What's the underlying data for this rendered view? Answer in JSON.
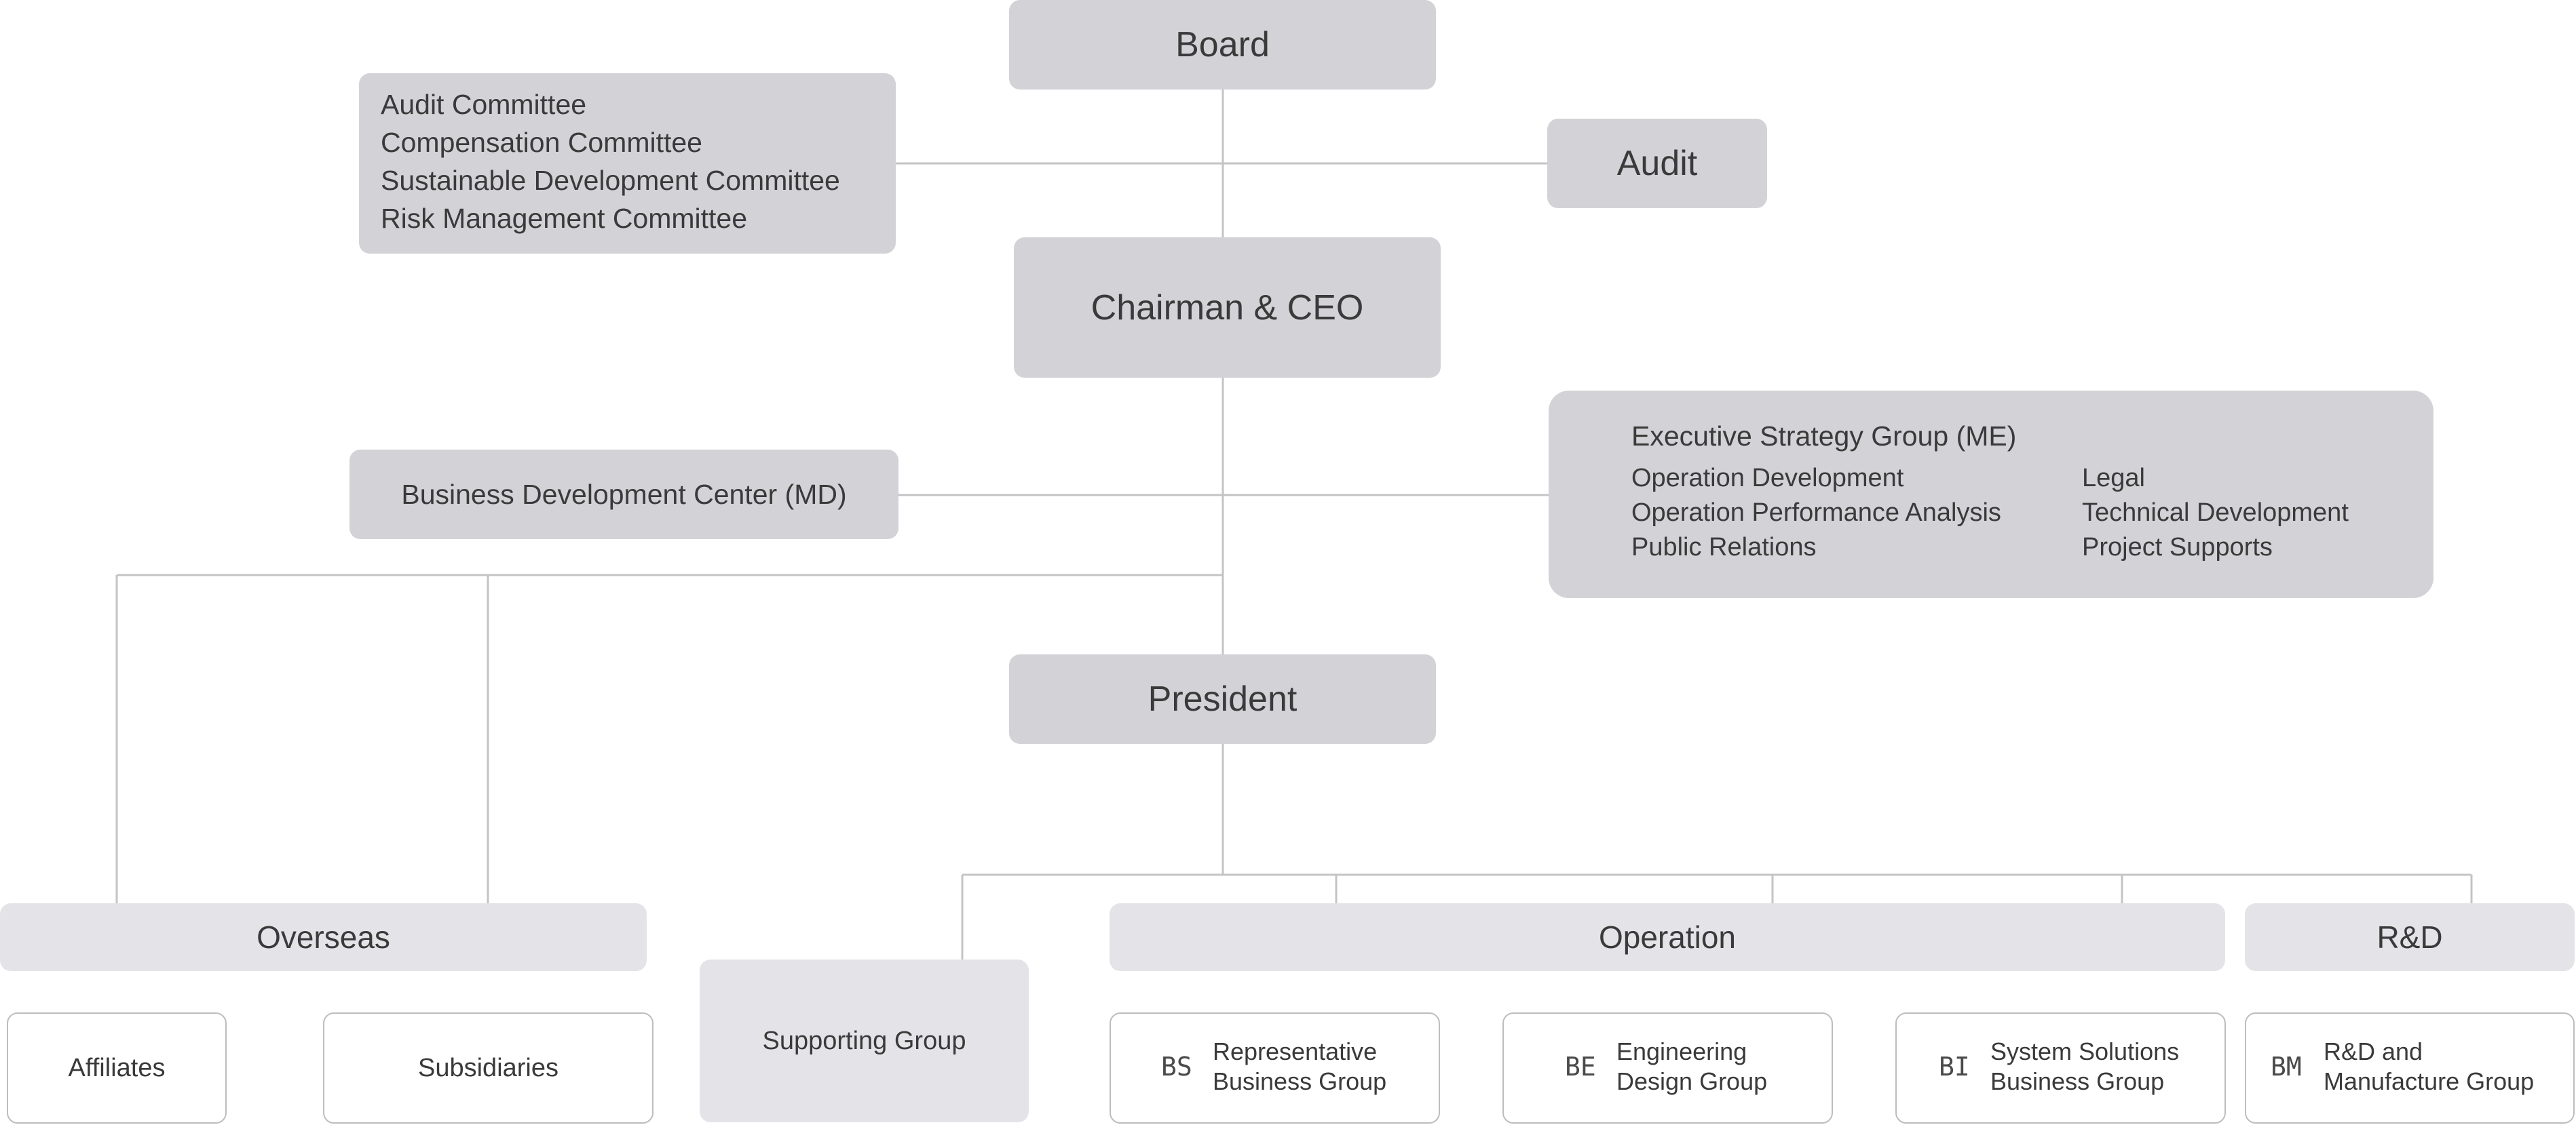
{
  "board": "Board",
  "audit": "Audit",
  "committees": [
    "Audit Committee",
    "Compensation Committee",
    "Sustainable Development Committee",
    "Risk Management Committee"
  ],
  "chairman": "Chairman & CEO",
  "bdc": "Business Development Center (MD)",
  "esg": {
    "title": "Executive Strategy Group (ME)",
    "left": [
      "Operation Development",
      "Operation Performance Analysis",
      "Public Relations"
    ],
    "right": [
      "Legal",
      "Technical Development",
      "Project Supports"
    ]
  },
  "president": "President",
  "overseas": "Overseas",
  "affiliates": "Affiliates",
  "subsidiaries": "Subsidiaries",
  "supporting": "Supporting Group",
  "operation": "Operation",
  "rd": "R&D",
  "units": [
    {
      "code": "BS",
      "line1": "Representative",
      "line2": "Business Group"
    },
    {
      "code": "BE",
      "line1": "Engineering",
      "line2": "Design Group"
    },
    {
      "code": "BI",
      "line1": "System Solutions",
      "line2": "Business Group"
    },
    {
      "code": "BM",
      "line1": "R&D and",
      "line2": "Manufacture Group"
    }
  ],
  "colors": {
    "box_dark": "#d3d3d7",
    "box_light": "#e4e4e8",
    "line": "#c4c4c4",
    "text": "#3a3a3a"
  }
}
